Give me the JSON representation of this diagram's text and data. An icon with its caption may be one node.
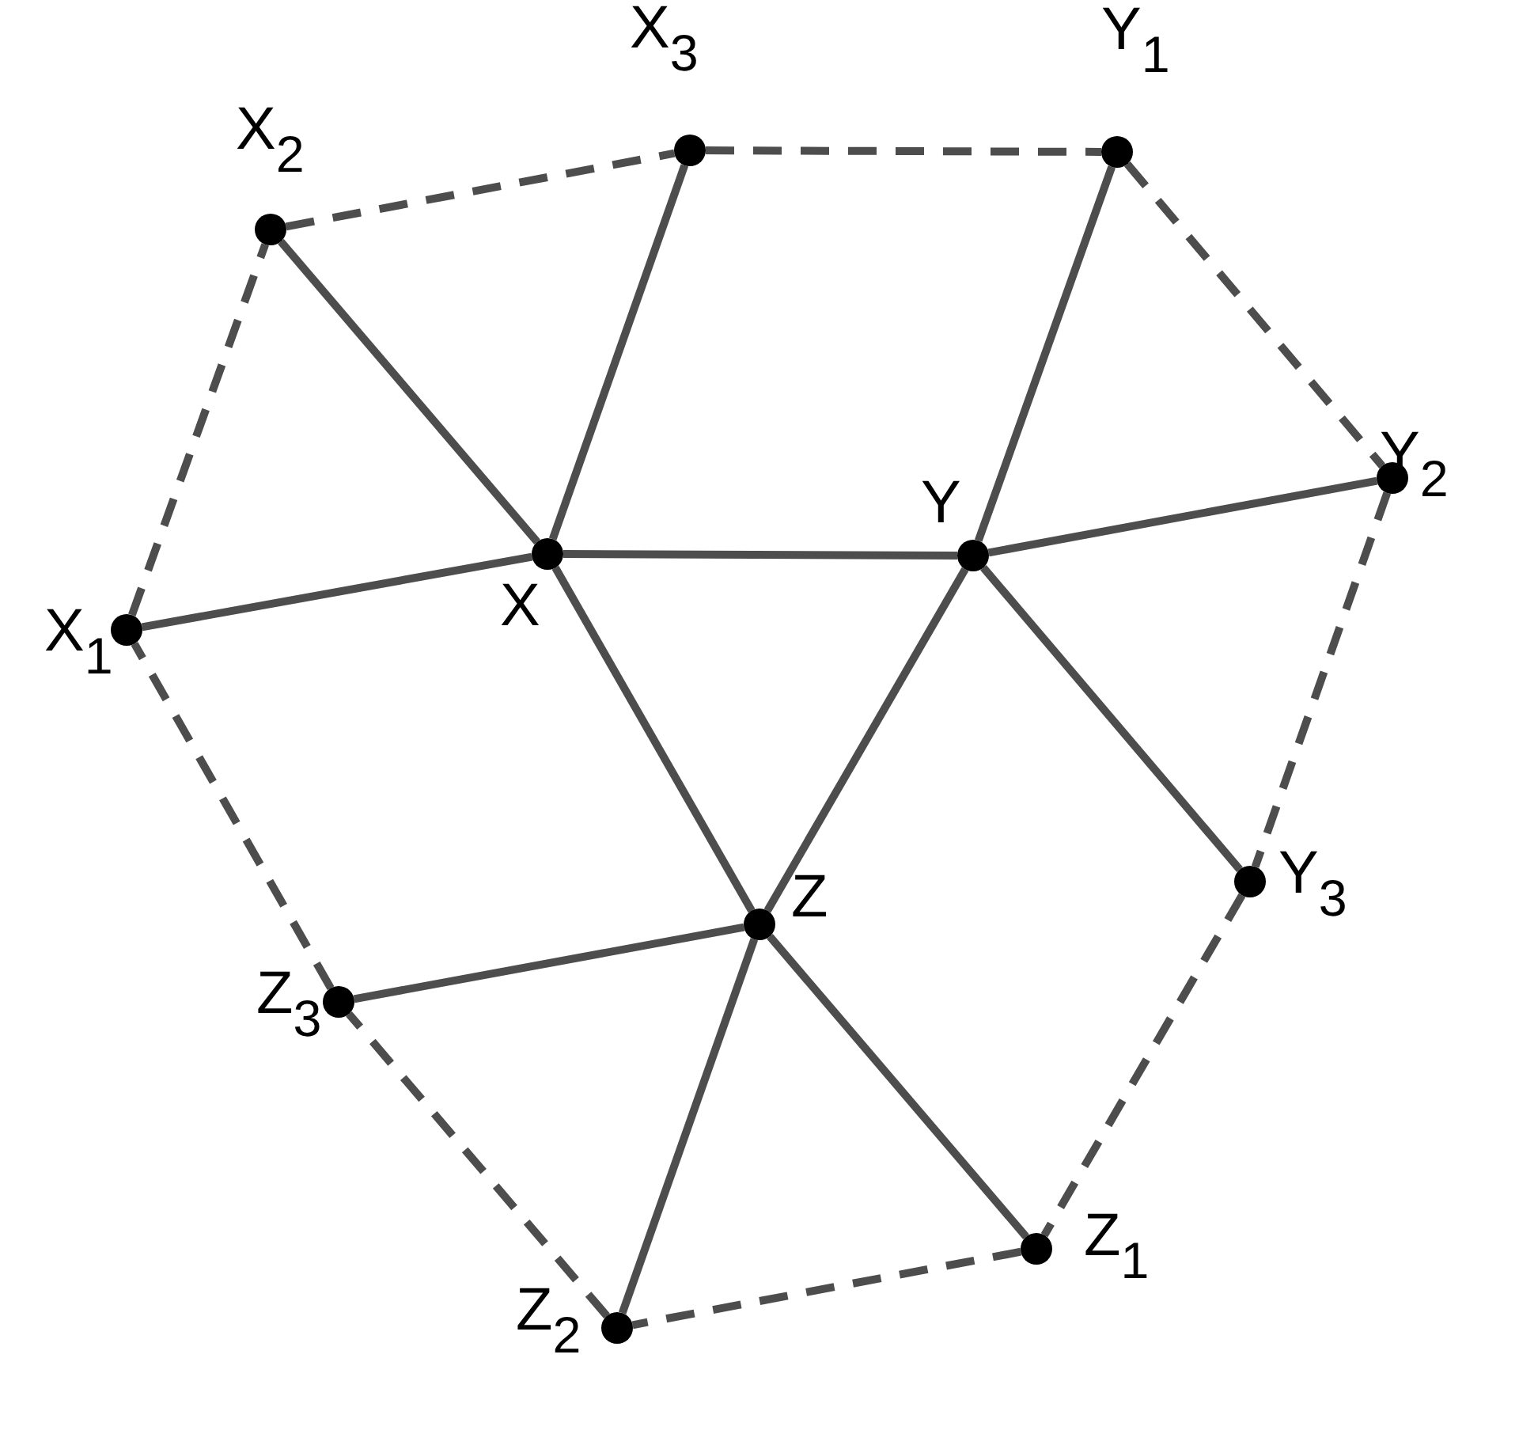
{
  "diagram": {
    "nodes": [
      {
        "text": [
          "X$_{3}$"
        ]
      },
      {
        "text": [
          "Y$_{1}$"
        ]
      },
      {
        "text": [
          "X$_{2}$"
        ]
      },
      {
        "text": [
          "Y$_{2}$"
        ]
      },
      {
        "text": [
          "X"
        ]
      },
      {
        "text": [
          "Y"
        ]
      },
      {
        "text": [
          "X$_{1}$"
        ]
      },
      {
        "text": [
          "Y$_{3}$"
        ]
      },
      {
        "text": [
          "Z"
        ]
      },
      {
        "text": [
          "Z$_{3}$"
        ]
      },
      {
        "text": [
          "Z$_{1}$"
        ]
      },
      {
        "text": [
          "Z$_{2}$"
        ]
      }
    ],
    "edges": [
      {
        "from": 4,
        "to": 6,
        "arrow": "none"
      },
      {
        "from": 4,
        "to": 2,
        "arrow": "none"
      },
      {
        "from": 4,
        "to": 0,
        "arrow": "none"
      },
      {
        "from": 4,
        "to": 5,
        "arrow": "none"
      },
      {
        "from": 4,
        "to": 8,
        "arrow": "none"
      },
      {
        "from": 5,
        "to": 1,
        "arrow": "none"
      },
      {
        "from": 5,
        "to": 3,
        "arrow": "none"
      },
      {
        "from": 5,
        "to": 7,
        "arrow": "none"
      },
      {
        "from": 5,
        "to": 8,
        "arrow": "none"
      },
      {
        "from": 8,
        "to": 10,
        "arrow": "none"
      },
      {
        "from": 8,
        "to": 11,
        "arrow": "none"
      },
      {
        "from": 8,
        "to": 9,
        "arrow": "none"
      },
      {
        "from": 6,
        "to": 2,
        "arrow": "none",
        "style": "dashed"
      },
      {
        "from": 2,
        "to": 0,
        "arrow": "none",
        "style": "dashed"
      },
      {
        "from": 0,
        "to": 1,
        "arrow": "none",
        "style": "dashed"
      },
      {
        "from": 1,
        "to": 3,
        "arrow": "none",
        "style": "dashed"
      },
      {
        "from": 3,
        "to": 7,
        "arrow": "none",
        "style": "dashed"
      },
      {
        "from": 7,
        "to": 10,
        "arrow": "none",
        "style": "dashed"
      },
      {
        "from": 10,
        "to": 11,
        "arrow": "none",
        "style": "dashed"
      },
      {
        "from": 11,
        "to": 9,
        "arrow": "none",
        "style": "dashed"
      },
      {
        "from": 9,
        "to": 6,
        "arrow": "none",
        "style": "dashed"
      }
    ]
  }
}
